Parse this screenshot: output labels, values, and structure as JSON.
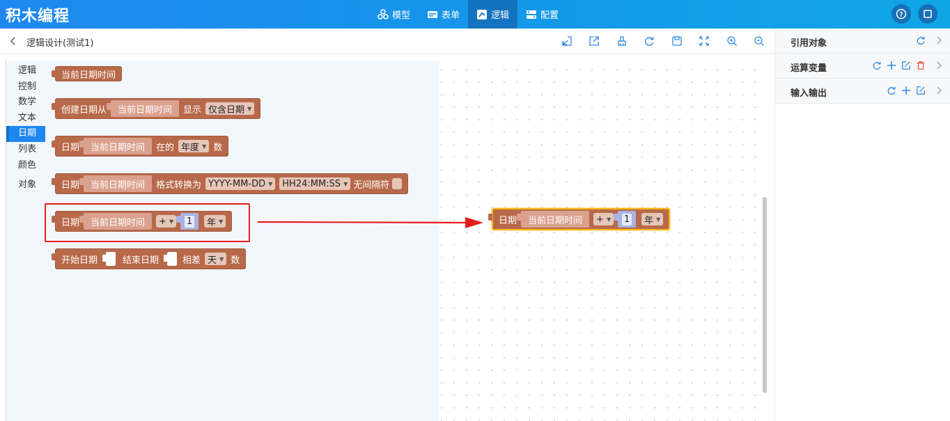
{
  "app": {
    "title": "积木编程"
  },
  "nav": [
    {
      "label": "模型",
      "icon": "model-icon",
      "active": false
    },
    {
      "label": "表单",
      "icon": "form-icon",
      "active": false
    },
    {
      "label": "逻辑",
      "icon": "logic-icon",
      "active": true
    },
    {
      "label": "配置",
      "icon": "config-icon",
      "active": false
    }
  ],
  "header_right": {
    "help_icon": "help-icon",
    "window_icon": "window-icon"
  },
  "subbar": {
    "title": "逻辑设计(测试1)"
  },
  "toolbar": [
    "import-icon",
    "export-icon",
    "clear-icon",
    "refresh-icon",
    "save-icon",
    "fit-icon",
    "zoom-in-icon",
    "zoom-out-icon"
  ],
  "categories": [
    "逻辑",
    "控制",
    "数学",
    "文本",
    "日期",
    "列表",
    "颜色",
    "对象"
  ],
  "active_category": "日期",
  "blocks": {
    "b1": {
      "label": "当前日期时间"
    },
    "b2": {
      "label": "创建日期从",
      "inner": "当前日期时间",
      "mid": "显示",
      "dd": "仅含日期"
    },
    "b3": {
      "label": "日期",
      "inner": "当前日期时间",
      "mid": "在的",
      "dd": "年度",
      "tail": "数"
    },
    "b4": {
      "label": "日期",
      "inner": "当前日期时间",
      "mid": "格式转换为",
      "dd1": "YYYY-MM-DD",
      "dd2": "HH24:MM:SS",
      "tail": "无间隔符"
    },
    "b5": {
      "label": "日期",
      "inner": "当前日期时间",
      "op": "+",
      "num": "1",
      "unit": "年"
    },
    "b6": {
      "label": "开始日期",
      "mid": "结束日期",
      "mid2": "相差",
      "dd": "天",
      "tail": "数"
    },
    "workspace_block": {
      "label": "日期",
      "inner": "当前日期时间",
      "op": "+",
      "num": "1",
      "unit": "年"
    }
  },
  "right_panel": [
    {
      "label": "引用对象",
      "icons": [
        "refresh-icon"
      ]
    },
    {
      "label": "运算变量",
      "icons": [
        "refresh-icon",
        "plus-icon",
        "edit-icon",
        "delete-icon"
      ]
    },
    {
      "label": "输入输出",
      "icons": [
        "refresh-icon",
        "plus-icon",
        "edit-icon"
      ]
    }
  ],
  "colors": {
    "accent": "#1e88f0",
    "block": "#b8694a",
    "highlight": "#e81c1c",
    "selected": "#f7b813"
  }
}
